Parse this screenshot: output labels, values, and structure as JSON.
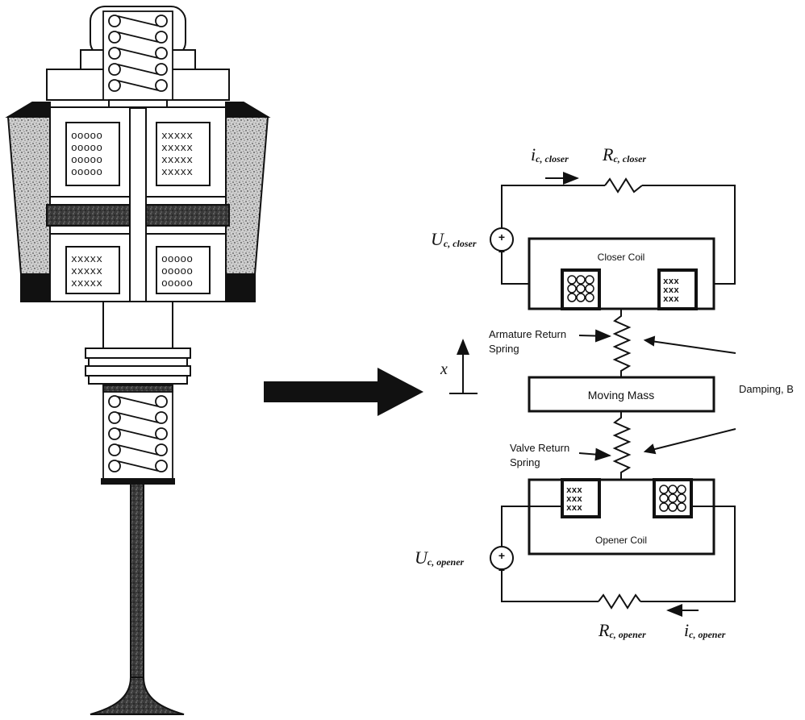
{
  "labels": {
    "closer_coil": "Closer Coil",
    "opener_coil": "Opener Coil",
    "moving_mass": "Moving Mass",
    "armature_spring": [
      "Armature Return",
      "Spring"
    ],
    "valve_spring": [
      "Valve Return",
      "Spring"
    ],
    "damping": "Damping, B",
    "x_axis": "x"
  },
  "circuit": {
    "closer_voltage": {
      "main": "U",
      "sub": "c, closer"
    },
    "closer_current": {
      "main": "i",
      "sub": "c, closer"
    },
    "closer_resistance": {
      "main": "R",
      "sub": "c, closer"
    },
    "opener_voltage": {
      "main": "U",
      "sub": "c, opener"
    },
    "opener_current": {
      "main": "i",
      "sub": "c, opener"
    },
    "opener_resistance": {
      "main": "R",
      "sub": "c, opener"
    },
    "plus": "+",
    "minus": "−"
  },
  "coil_marks": {
    "dots": "ooooo",
    "crosses": "xxxxx",
    "small_crosses": "xxx"
  }
}
